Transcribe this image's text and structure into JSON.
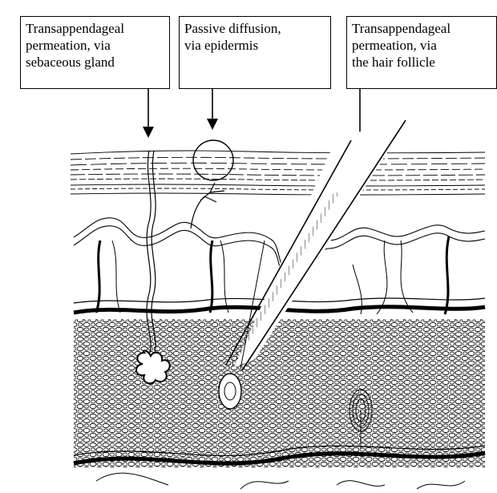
{
  "labels": [
    {
      "lines": [
        "Transappendageal",
        "permeation, via",
        "sebaceous gland"
      ]
    },
    {
      "lines": [
        "Passive diffusion,",
        "via epidermis"
      ]
    },
    {
      "lines": [
        "Transappendageal",
        "permeation, via",
        "the hair follicle"
      ]
    }
  ],
  "colors": {
    "ink": "#000000",
    "background": "#ffffff"
  }
}
